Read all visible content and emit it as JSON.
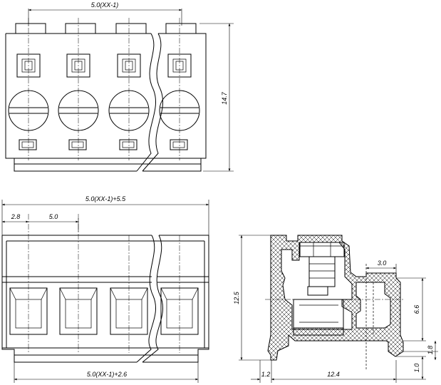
{
  "drawing": {
    "top_view": {
      "pitch_label": "5.0(XX-1)",
      "height_label": "14.7"
    },
    "front_view": {
      "overall_width_label": "5.0(XX-1)+5.5",
      "left_offset_label": "2.8",
      "pitch_label": "5.0",
      "bottom_width_label": "5.0(XX-1)+2.6"
    },
    "side_view": {
      "height_label": "12.5",
      "pin_offset_label": "3.0",
      "inner_height_label": "6.6",
      "pin_spacing_label": "1.8",
      "pin_bottom_label": "1.0",
      "base_left_label": "1.2",
      "base_length_label": "12.4"
    }
  }
}
